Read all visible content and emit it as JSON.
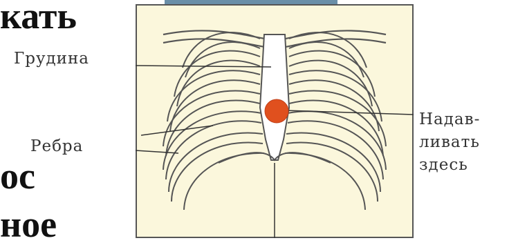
{
  "slide": {
    "text_lines": [
      "кать",
      "ос",
      "ное"
    ]
  },
  "diagram": {
    "labels": {
      "sternum": "Грудина",
      "ribs": "Ребра",
      "press_line1": "Надав-",
      "press_line2": "ливать",
      "press_line3": "здесь"
    }
  },
  "colors": {
    "panel_bg": "#fbf7dc",
    "panel_border": "#555555",
    "rib_stroke": "#555555",
    "bone_fill": "#ffffff",
    "press_point": "#e0501e",
    "label_text": "#333333",
    "accent_strip": "#6a8fa8"
  }
}
